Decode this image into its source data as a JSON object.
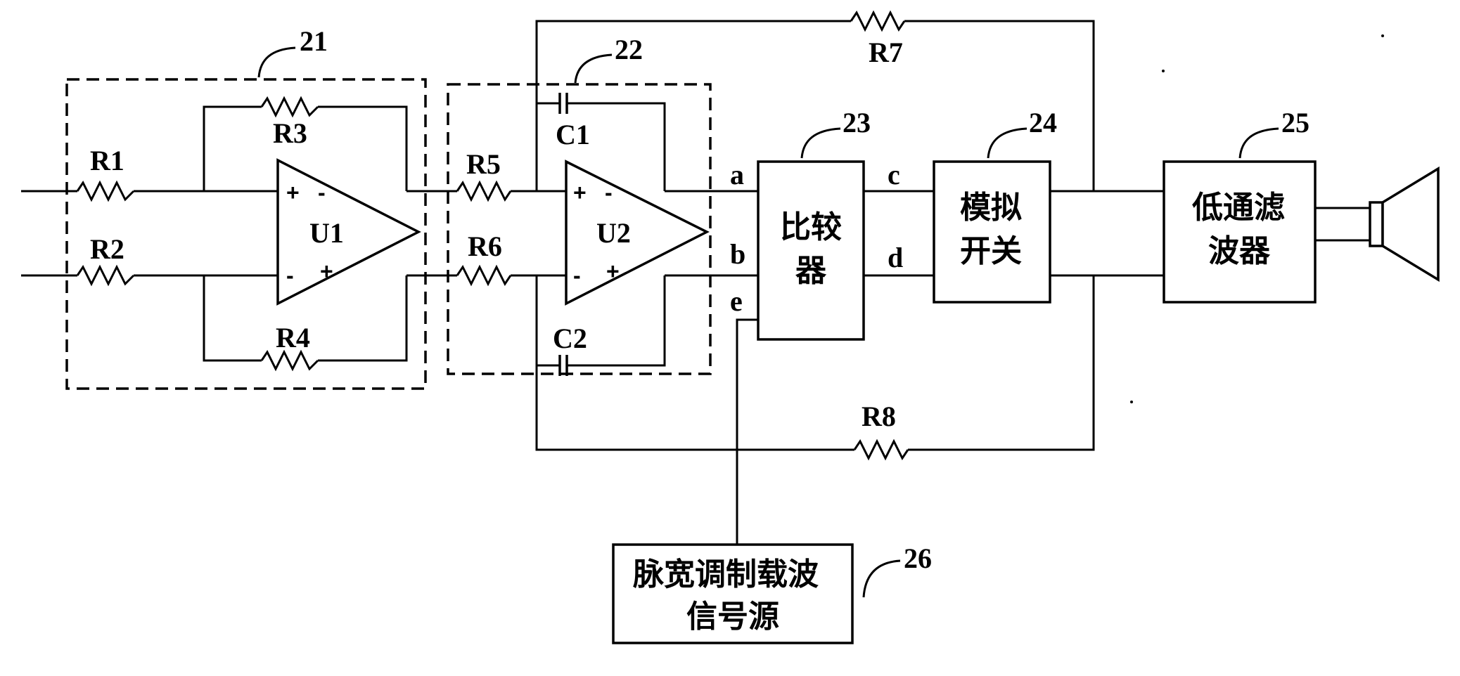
{
  "modules": {
    "m21": "21",
    "m22": "22",
    "m23": "23",
    "m24": "24",
    "m25": "25",
    "m26": "26"
  },
  "resistors": {
    "r1": "R1",
    "r2": "R2",
    "r3": "R3",
    "r4": "R4",
    "r5": "R5",
    "r6": "R6",
    "r7": "R7",
    "r8": "R8"
  },
  "capacitors": {
    "c1": "C1",
    "c2": "C2"
  },
  "amplifiers": {
    "u1": "U1",
    "u2": "U2"
  },
  "nodes": {
    "a": "a",
    "b": "b",
    "c": "c",
    "d": "d",
    "e": "e"
  },
  "signs": {
    "plus": "+",
    "minus": "-"
  },
  "blocks": {
    "comparator": [
      "比较",
      "器"
    ],
    "analog_switch": [
      "模拟",
      "开关"
    ],
    "lowpass": [
      "低通滤",
      "波器"
    ],
    "carrier": [
      "脉宽调制载波",
      "信号源"
    ]
  }
}
